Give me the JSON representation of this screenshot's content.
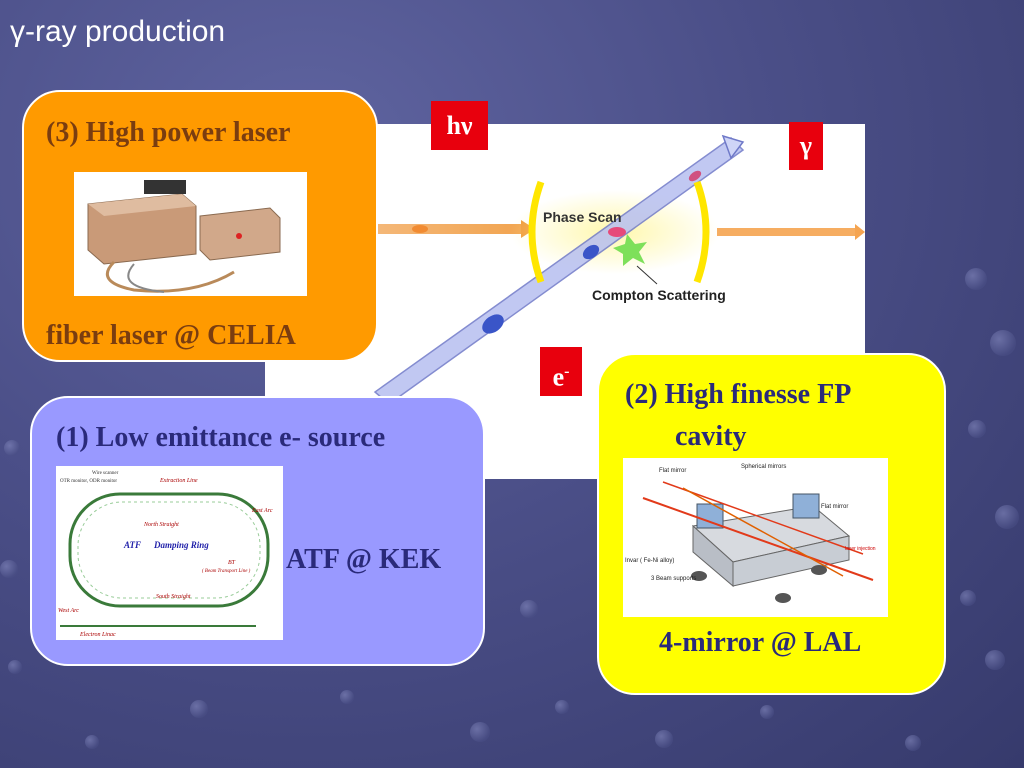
{
  "slide": {
    "title": "γ-ray production"
  },
  "diagram": {
    "label_photon": "hν",
    "label_gamma": "γ",
    "label_electron": "e",
    "label_electron_sup": "-",
    "phase_scan": "Phase Scan",
    "compton": "Compton Scattering"
  },
  "laser_box": {
    "heading": "(3) High power laser",
    "caption": "fiber laser @ CELIA"
  },
  "ring_box": {
    "heading": "(1) Low emittance  e- source",
    "caption": "ATF @ KEK",
    "map_labels": {
      "center": "ATF",
      "damping_ring": "Damping Ring",
      "extraction_line": "Extraction Line",
      "east_arc": "East Arc",
      "west_arc": "West Arc",
      "north_straight": "North Straight",
      "south_straight": "South Straight",
      "electron_linac": "Electron Linac",
      "bt": "BT",
      "beam_transport": "( Beam Transport Line )",
      "wire_scanner": "Wire scanner",
      "otr_monitor": "OTR monitor, ODR monitor"
    }
  },
  "cavity_box": {
    "heading_line1": "(2) High finesse FP",
    "heading_line2": "cavity",
    "caption": "4-mirror @ LAL",
    "photo_labels": {
      "flat_mirror_top": "Flat mirror",
      "spherical_mirrors": "Spherical mirrors",
      "flat_mirror_right": "Flat mirror",
      "invar": "Invar ( Fe-Ni alloy)",
      "beam_supports": "3 Beam supports",
      "laser_injection": "laser injection"
    }
  },
  "colors": {
    "laser_box": "#ff9a00",
    "ring_box": "#9999ff",
    "cavity_box": "#ffff00",
    "tag_red": "#e8000d",
    "text_brown": "#7a3d10",
    "text_navy": "#2a2a7a"
  }
}
